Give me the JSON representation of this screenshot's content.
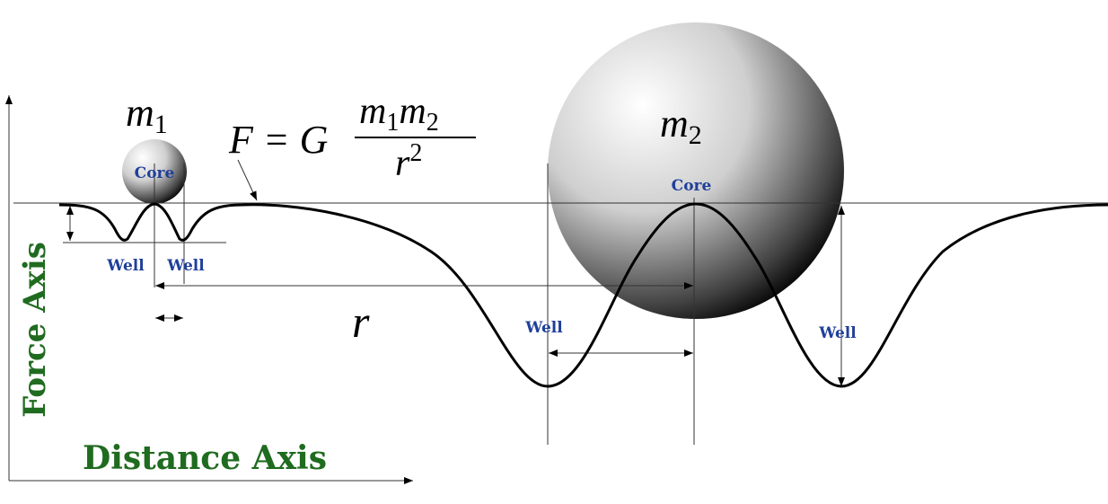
{
  "labels": {
    "mass1": "m",
    "mass1_sub": "1",
    "mass2": "m",
    "mass2_sub": "2",
    "core": "Core",
    "well": "Well",
    "distance": "r",
    "force_axis": "Force Axis",
    "distance_axis": "Distance Axis"
  },
  "formula": {
    "lhs": "F = G",
    "numerator": "m",
    "num_sub1": "1",
    "num_m2": "m",
    "num_sub2": "2",
    "denominator": "r",
    "den_exp": "2"
  },
  "colors": {
    "label": "#1f3f9a",
    "axis_title": "#1f6b1f"
  }
}
